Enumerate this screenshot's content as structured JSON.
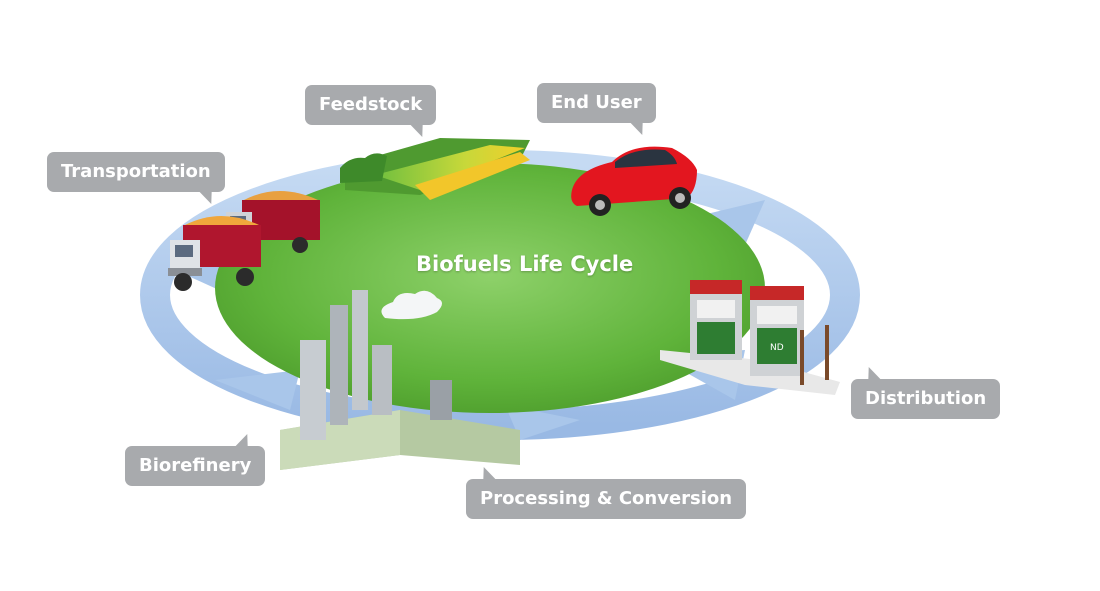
{
  "diagram": {
    "title": "Biofuels Life Cycle",
    "stages": [
      {
        "id": "feedstock",
        "label": "Feedstock"
      },
      {
        "id": "end-user",
        "label": "End User"
      },
      {
        "id": "transportation",
        "label": "Transportation"
      },
      {
        "id": "distribution",
        "label": "Distribution"
      },
      {
        "id": "biorefinery",
        "label": "Biorefinery"
      },
      {
        "id": "processing",
        "label": "Processing & Conversion"
      }
    ],
    "colors": {
      "disc": "#5fb33a",
      "disc_light": "#8ed16a",
      "arrow": "#a9c6ea",
      "callout": "#a8aaad"
    },
    "pump_badge": "ND"
  }
}
